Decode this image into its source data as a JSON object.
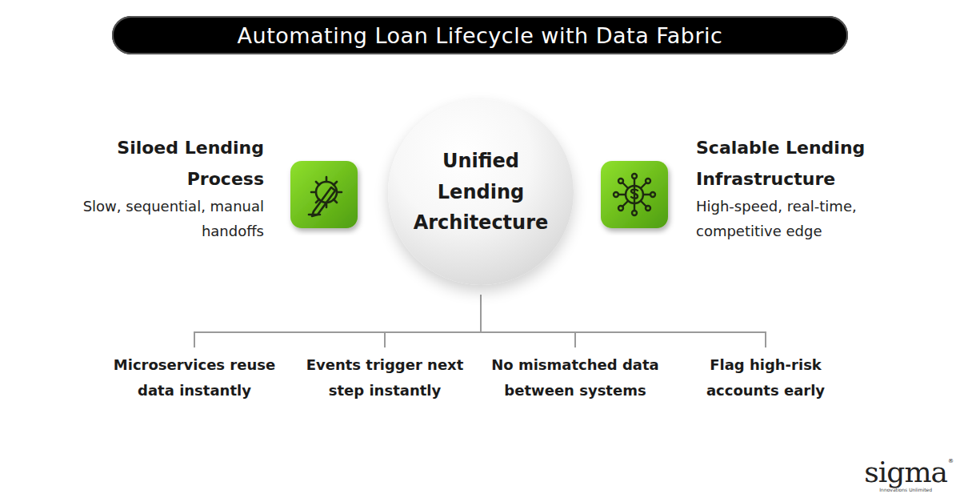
{
  "diagram": {
    "title": "Automating Loan Lifecycle with Data Fabric",
    "nodes": [
      {
        "text": [
          "Siloed Lending Process",
          "Slow, sequential, manual handoffs"
        ]
      },
      {
        "text": [
          "Unified Lending Architecture"
        ]
      },
      {
        "text": [
          "Scalable Lending Infrastructure",
          "High-speed, real-time, competitive edge"
        ]
      },
      {
        "text": [
          "Microservices reuse data instantly"
        ]
      },
      {
        "text": [
          "Events trigger next step instantly"
        ]
      },
      {
        "text": [
          "No mismatched data between systems"
        ]
      },
      {
        "text": [
          "Flag high-risk accounts early"
        ]
      }
    ],
    "edges": [
      {
        "from": 1,
        "to": 3,
        "arrow": "none"
      },
      {
        "from": 1,
        "to": 4,
        "arrow": "none"
      },
      {
        "from": 1,
        "to": 5,
        "arrow": "none"
      },
      {
        "from": 1,
        "to": 6,
        "arrow": "none"
      }
    ],
    "labels": [
      "sigma",
      "®",
      "Innovations Unlimited"
    ]
  }
}
